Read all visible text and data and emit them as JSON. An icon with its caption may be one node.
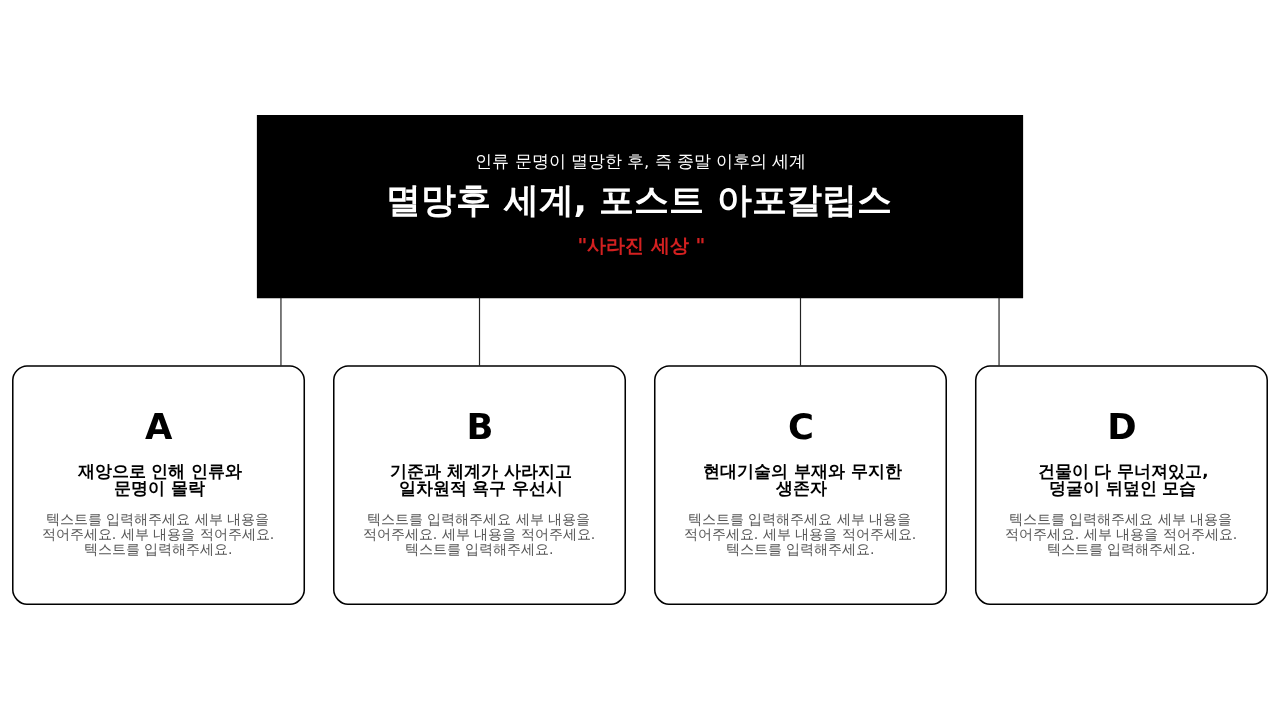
{
  "diagram": {
    "nodes": [
      {
        "text": [
          "인류 문명이 멸망한 후, 즉 종말 이후의 세계",
          "멸망후 세계, 포스트 아포칼립스",
          "\"사라진 세상 \""
        ]
      },
      {
        "text": [
          "A",
          "재앙으로 인해 인류와 문명이 몰락",
          "텍스트를 입력해주세요 세부 내용을 적어주세요. 세부 내용을 적어주세요. 텍스트를 입력해주세요."
        ]
      },
      {
        "text": [
          "B",
          "기준과 체계가 사라지고 일차원적 욕구 우선시",
          "텍스트를 입력해주세요 세부 내용을 적어주세요. 세부 내용을 적어주세요. 텍스트를 입력해주세요."
        ]
      },
      {
        "text": [
          "C",
          "현대기술의 부재와 무지한 생존자",
          "텍스트를 입력해주세요 세부 내용을 적어주세요. 세부 내용을 적어주세요. 텍스트를 입력해주세요."
        ]
      },
      {
        "text": [
          "D",
          "건물이 다 무너져있고, 덩굴이 뒤덮인 모습",
          "텍스트를 입력해주세요 세부 내용을 적어주세요. 세부 내용을 적어주세요. 텍스트를 입력해주세요."
        ]
      }
    ],
    "edges": [
      {
        "from": 0,
        "to": 1,
        "arrow": "none"
      },
      {
        "from": 0,
        "to": 2,
        "arrow": "none"
      },
      {
        "from": 0,
        "to": 3,
        "arrow": "none"
      },
      {
        "from": 0,
        "to": 4,
        "arrow": "none"
      }
    ]
  }
}
